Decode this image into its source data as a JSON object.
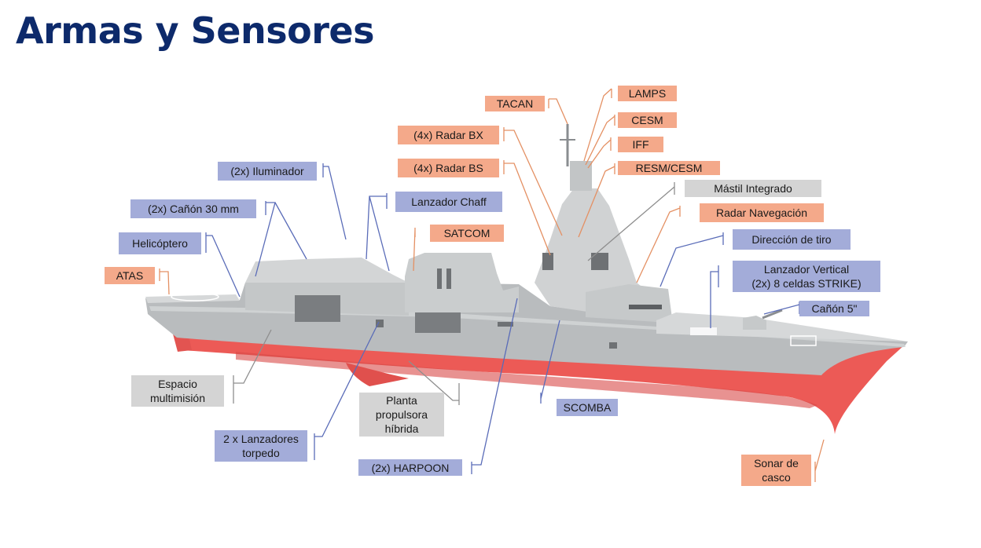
{
  "title": "Armas y Sensores",
  "colors": {
    "title": "#0d2a6b",
    "label_orange": "#f4a98a",
    "label_blue": "#a3acd9",
    "label_gray": "#d4d4d4",
    "hull_red": "#ec5a56",
    "hull_gray": "#b9bcbe",
    "deck_gray": "#d6d8d9"
  },
  "labels": {
    "tacan": "TACAN",
    "lamps": "LAMPS",
    "cesm": "CESM",
    "iff": "IFF",
    "resm_cesm": "RESM/CESM",
    "radar_bx": "(4x) Radar BX",
    "radar_bs": "(4x) Radar BS",
    "iluminador": "(2x) Iluminador",
    "lanzador_chaff": "Lanzador Chaff",
    "mastil": "Mástil Integrado",
    "radar_nav": "Radar Navegación",
    "canon30": "(2x) Cañón 30 mm",
    "satcom": "SATCOM",
    "direccion_tiro": "Dirección de tiro",
    "helicoptero": "Helicóptero",
    "lanzador_vertical_1": "Lanzador Vertical",
    "lanzador_vertical_2": "(2x) 8 celdas STRIKE)",
    "atas": "ATAS",
    "canon5": "Cañón 5\"",
    "espacio_1": "Espacio",
    "espacio_2": "multimisión",
    "planta_1": "Planta",
    "planta_2": "propulsora",
    "planta_3": "híbrida",
    "scomba": "SCOMBA",
    "torpedo_1": "2 x Lanzadores",
    "torpedo_2": "torpedo",
    "harpoon": "(2x) HARPOON",
    "sonar_1": "Sonar de",
    "sonar_2": "casco"
  }
}
